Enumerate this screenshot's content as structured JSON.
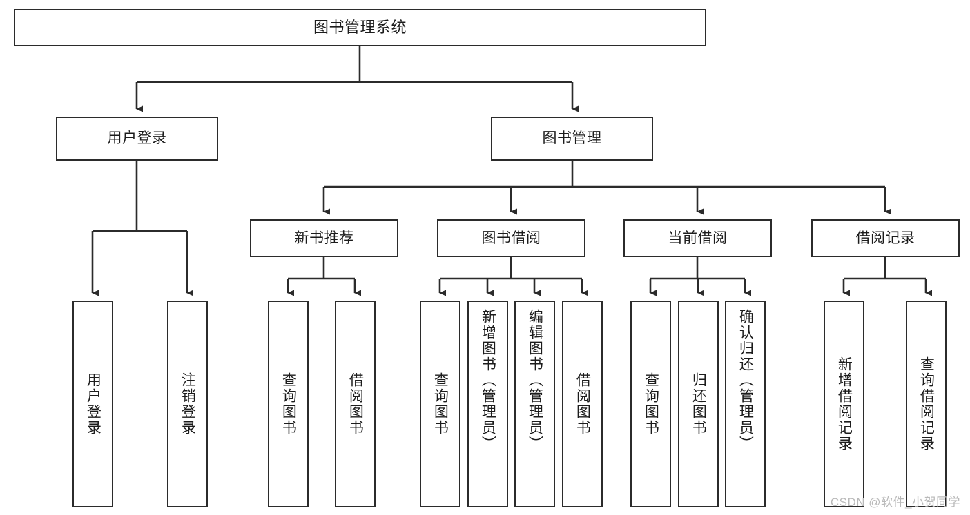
{
  "diagram": {
    "type": "tree-hierarchy-chart",
    "title": "图书管理系统",
    "watermark": "CSDN @软件_小贺同学",
    "colors": {
      "line": "#2b2b2b",
      "box_border": "#2b2b2b",
      "box_fill": "#ffffff",
      "text": "#1c1c1c",
      "watermark": "#b9b9b9",
      "background": "#ffffff"
    },
    "root": {
      "label": "图书管理系统"
    },
    "level2": [
      {
        "label": "用户登录"
      },
      {
        "label": "图书管理"
      }
    ],
    "level3": [
      {
        "label": "新书推荐"
      },
      {
        "label": "图书借阅"
      },
      {
        "label": "当前借阅"
      },
      {
        "label": "借阅记录"
      }
    ],
    "leaves": {
      "user_login": [
        {
          "label": "用户登录"
        },
        {
          "label": "注销登录"
        }
      ],
      "new_book_recommend": [
        {
          "label": "查询图书"
        },
        {
          "label": "借阅图书"
        }
      ],
      "book_borrow": [
        {
          "label": "查询图书"
        },
        {
          "label": "新增图书（管理员）"
        },
        {
          "label": "编辑图书（管理员）"
        },
        {
          "label": "借阅图书"
        }
      ],
      "current_borrow": [
        {
          "label": "查询图书"
        },
        {
          "label": "归还图书"
        },
        {
          "label": "确认归还（管理员）"
        }
      ],
      "borrow_record": [
        {
          "label": "新增借阅记录"
        },
        {
          "label": "查询借阅记录"
        }
      ]
    }
  }
}
